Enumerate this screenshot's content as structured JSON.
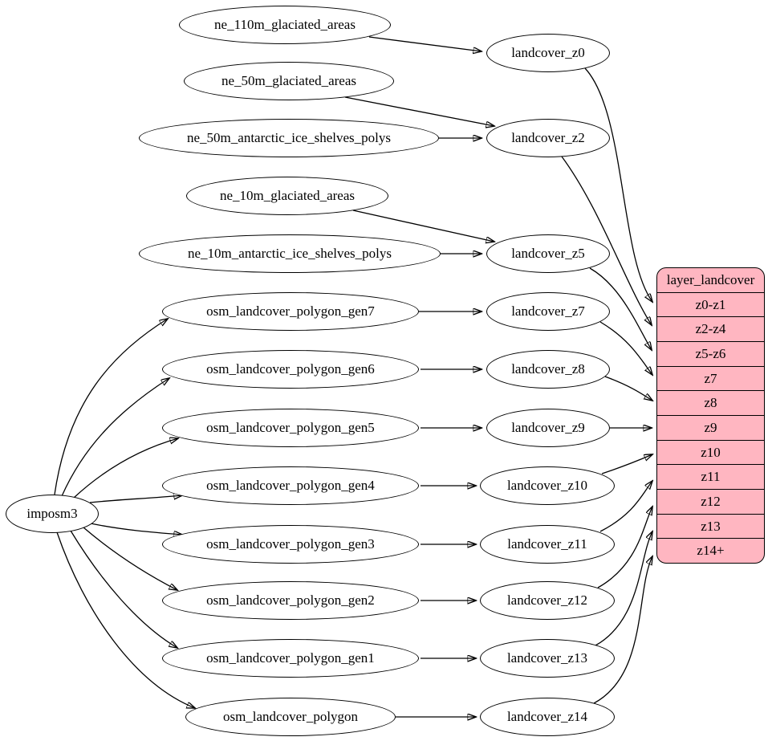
{
  "colors": {
    "record_fill": "#ffb6c1",
    "node_fill": "#ffffff",
    "stroke": "#000000",
    "text": "#000000"
  },
  "root": {
    "label": "imposm3"
  },
  "sources": [
    "ne_110m_glaciated_areas",
    "ne_50m_glaciated_areas",
    "ne_50m_antarctic_ice_shelves_polys",
    "ne_10m_glaciated_areas",
    "ne_10m_antarctic_ice_shelves_polys",
    "osm_landcover_polygon_gen7",
    "osm_landcover_polygon_gen6",
    "osm_landcover_polygon_gen5",
    "osm_landcover_polygon_gen4",
    "osm_landcover_polygon_gen3",
    "osm_landcover_polygon_gen2",
    "osm_landcover_polygon_gen1",
    "osm_landcover_polygon"
  ],
  "stages": [
    "landcover_z0",
    "landcover_z2",
    "landcover_z5",
    "landcover_z7",
    "landcover_z8",
    "landcover_z9",
    "landcover_z10",
    "landcover_z11",
    "landcover_z12",
    "landcover_z13",
    "landcover_z14"
  ],
  "record": {
    "title": "layer_landcover",
    "rows": [
      "z0-z1",
      "z2-z4",
      "z5-z6",
      "z7",
      "z8",
      "z9",
      "z10",
      "z11",
      "z12",
      "z13",
      "z14+"
    ]
  },
  "edges": [
    {
      "from": "imposm3",
      "to": "osm_landcover_polygon_gen7"
    },
    {
      "from": "imposm3",
      "to": "osm_landcover_polygon_gen6"
    },
    {
      "from": "imposm3",
      "to": "osm_landcover_polygon_gen5"
    },
    {
      "from": "imposm3",
      "to": "osm_landcover_polygon_gen4"
    },
    {
      "from": "imposm3",
      "to": "osm_landcover_polygon_gen3"
    },
    {
      "from": "imposm3",
      "to": "osm_landcover_polygon_gen2"
    },
    {
      "from": "imposm3",
      "to": "osm_landcover_polygon_gen1"
    },
    {
      "from": "imposm3",
      "to": "osm_landcover_polygon"
    },
    {
      "from": "ne_110m_glaciated_areas",
      "to": "landcover_z0"
    },
    {
      "from": "ne_50m_glaciated_areas",
      "to": "landcover_z2"
    },
    {
      "from": "ne_50m_antarctic_ice_shelves_polys",
      "to": "landcover_z2"
    },
    {
      "from": "ne_10m_glaciated_areas",
      "to": "landcover_z5"
    },
    {
      "from": "ne_10m_antarctic_ice_shelves_polys",
      "to": "landcover_z5"
    },
    {
      "from": "osm_landcover_polygon_gen7",
      "to": "landcover_z7"
    },
    {
      "from": "osm_landcover_polygon_gen6",
      "to": "landcover_z8"
    },
    {
      "from": "osm_landcover_polygon_gen5",
      "to": "landcover_z9"
    },
    {
      "from": "osm_landcover_polygon_gen4",
      "to": "landcover_z10"
    },
    {
      "from": "osm_landcover_polygon_gen3",
      "to": "landcover_z11"
    },
    {
      "from": "osm_landcover_polygon_gen2",
      "to": "landcover_z12"
    },
    {
      "from": "osm_landcover_polygon_gen1",
      "to": "landcover_z13"
    },
    {
      "from": "osm_landcover_polygon",
      "to": "landcover_z14"
    },
    {
      "from": "landcover_z0",
      "to": "layer_landcover:z0-z1"
    },
    {
      "from": "landcover_z2",
      "to": "layer_landcover:z2-z4"
    },
    {
      "from": "landcover_z5",
      "to": "layer_landcover:z5-z6"
    },
    {
      "from": "landcover_z7",
      "to": "layer_landcover:z7"
    },
    {
      "from": "landcover_z8",
      "to": "layer_landcover:z8"
    },
    {
      "from": "landcover_z9",
      "to": "layer_landcover:z9"
    },
    {
      "from": "landcover_z10",
      "to": "layer_landcover:z10"
    },
    {
      "from": "landcover_z11",
      "to": "layer_landcover:z11"
    },
    {
      "from": "landcover_z12",
      "to": "layer_landcover:z12"
    },
    {
      "from": "landcover_z13",
      "to": "layer_landcover:z13"
    },
    {
      "from": "landcover_z14",
      "to": "layer_landcover:z14+"
    }
  ]
}
